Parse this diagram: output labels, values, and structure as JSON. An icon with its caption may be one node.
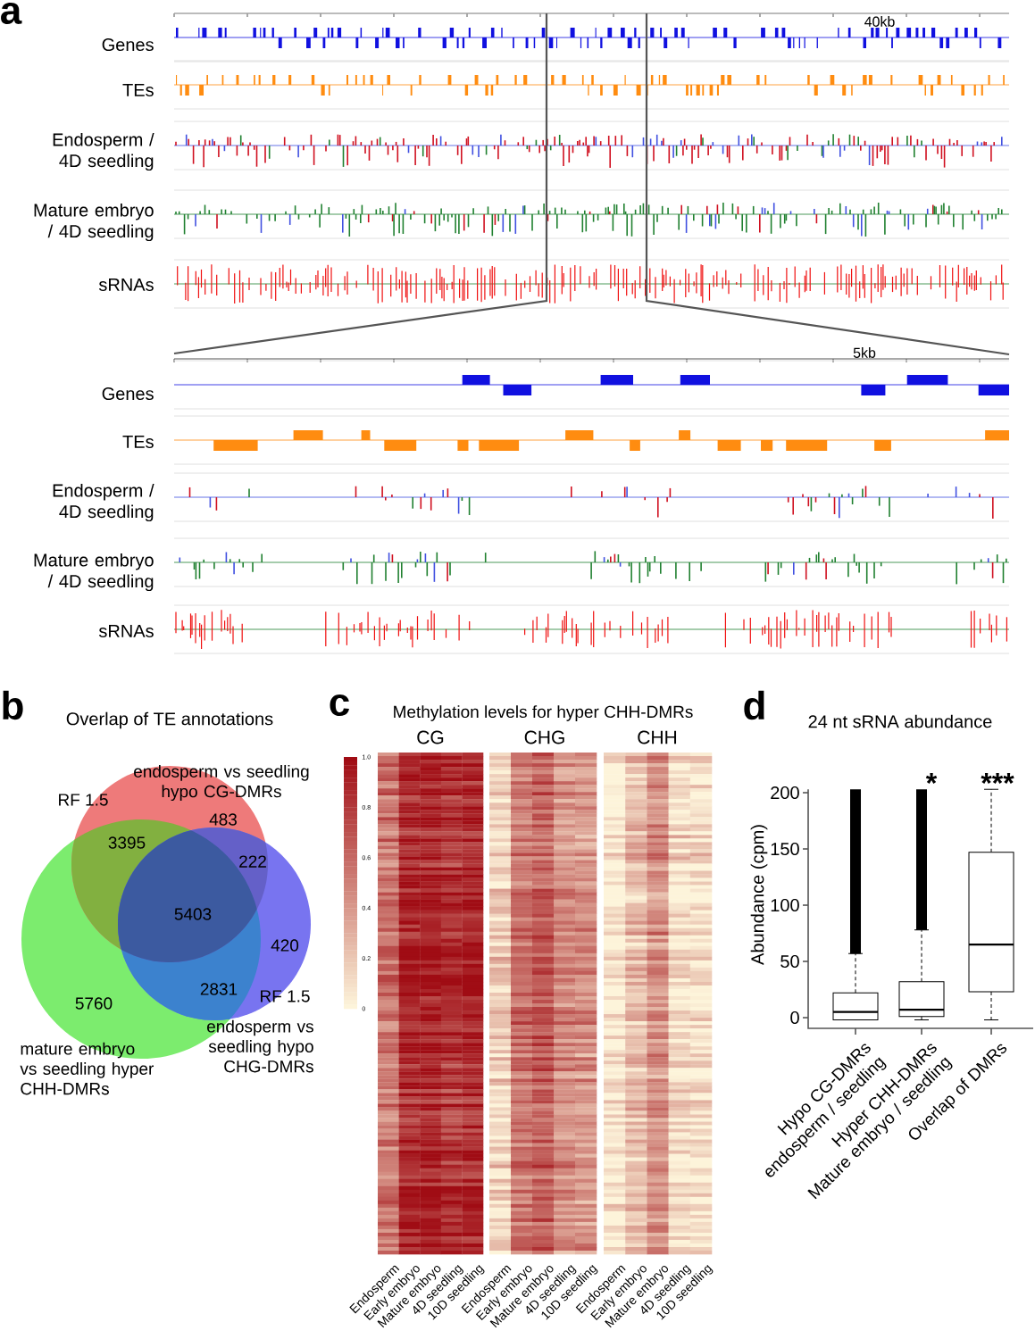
{
  "diagram": {
    "labels": [
      "a",
      "40kb",
      "Genes",
      "TEs",
      "Endosperm / 4D seedling",
      "Mature embryo / 4D seedling",
      "sRNAs",
      "5kb",
      "Genes",
      "TEs",
      "Endosperm / 4D seedling",
      "Mature embryo / 4D seedling",
      "sRNAs",
      "b",
      "Overlap of TE annotations",
      "endosperm vs seedling hypo CG-DMRs",
      "RF 1.5",
      "483",
      "3395",
      "222",
      "5403",
      "420",
      "2831",
      "RF 1.5",
      "5760",
      "endosperm vs seedling hypo CHG-DMRs",
      "mature embryo vs seedling hyper CHH-DMRs",
      "c",
      "Methylation levels for hyper CHH-DMRs",
      "CG",
      "CHG",
      "CHH",
      "1.0",
      "0.8",
      "0.6",
      "0.4",
      "0.2",
      "0",
      "Endosperm",
      "Early embryo",
      "Mature embryo",
      "4D seedling",
      "10D seedling",
      "Endosperm",
      "Early embryo",
      "Mature embryo",
      "4D seedling",
      "10D seedling",
      "Endosperm",
      "Early embryo",
      "Mature embryo",
      "4D seedling",
      "10D seedling",
      "d",
      "24 nt sRNA abundance",
      "Abundance (cpm)",
      "200",
      "150",
      "100",
      "50",
      "0",
      "*",
      "***",
      "Hypo CG-DMRs endosperm / seedling",
      "Hyper CHH-DMRs Mature embryo / seedling",
      "Overlap of DMRs"
    ]
  }
}
